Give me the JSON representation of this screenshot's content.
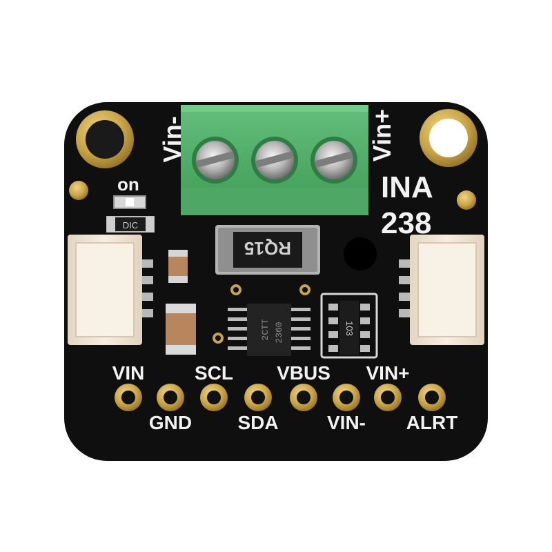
{
  "board": {
    "chip_name": "INA",
    "chip_number": "238",
    "power_led_label": "on",
    "terminal_left_label": "Vin-",
    "terminal_right_label": "Vin+",
    "diode_marking": "RQ15",
    "ic_marking_line1": "2CTT",
    "ic_marking_line2": "2360",
    "resistor_network_marking": "103",
    "led_marking": "DIC",
    "pins_top": [
      "VIN",
      "SCL",
      "VBUS",
      "VIN+"
    ],
    "pins_bottom": [
      "GND",
      "SDA",
      "VIN-",
      "ALRT"
    ]
  },
  "colors": {
    "pcb": "#0f0f0f",
    "silkscreen": "#f2f2f2",
    "terminal_block": "#58b26e",
    "gold_pad": "#c9a445",
    "connector": "#f1e6d6"
  }
}
